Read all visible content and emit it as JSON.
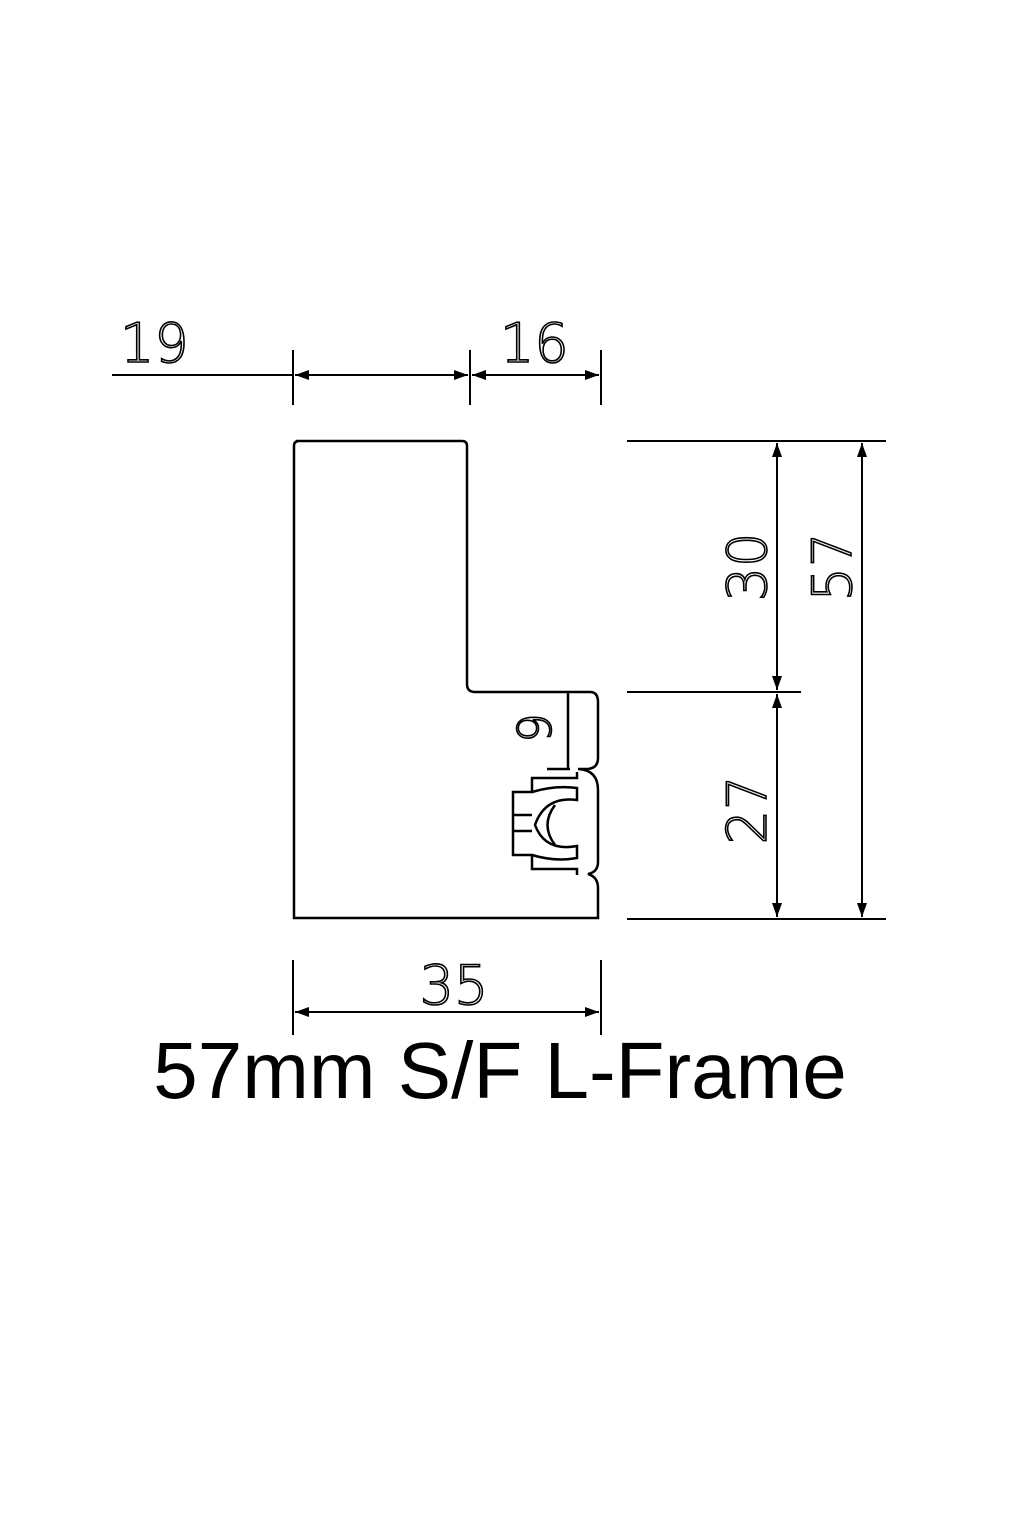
{
  "title": "57mm S/F L-Frame",
  "dimensions": {
    "left_offset": "19",
    "top_right_width": "16",
    "upper_height": "30",
    "total_height": "57",
    "lower_height": "27",
    "lip_height": "9",
    "total_width": "35"
  },
  "colors": {
    "line": "#000000",
    "background": "#ffffff"
  }
}
